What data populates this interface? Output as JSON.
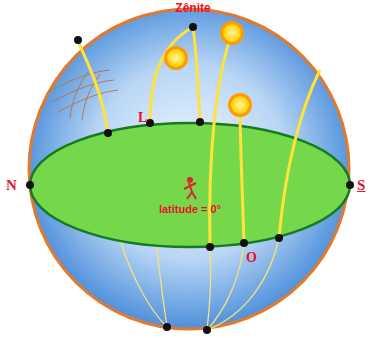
{
  "diagram": {
    "labels": [
      "Zênite",
      "L",
      "latitude = 0°",
      "N",
      "S",
      "O"
    ]
  }
}
